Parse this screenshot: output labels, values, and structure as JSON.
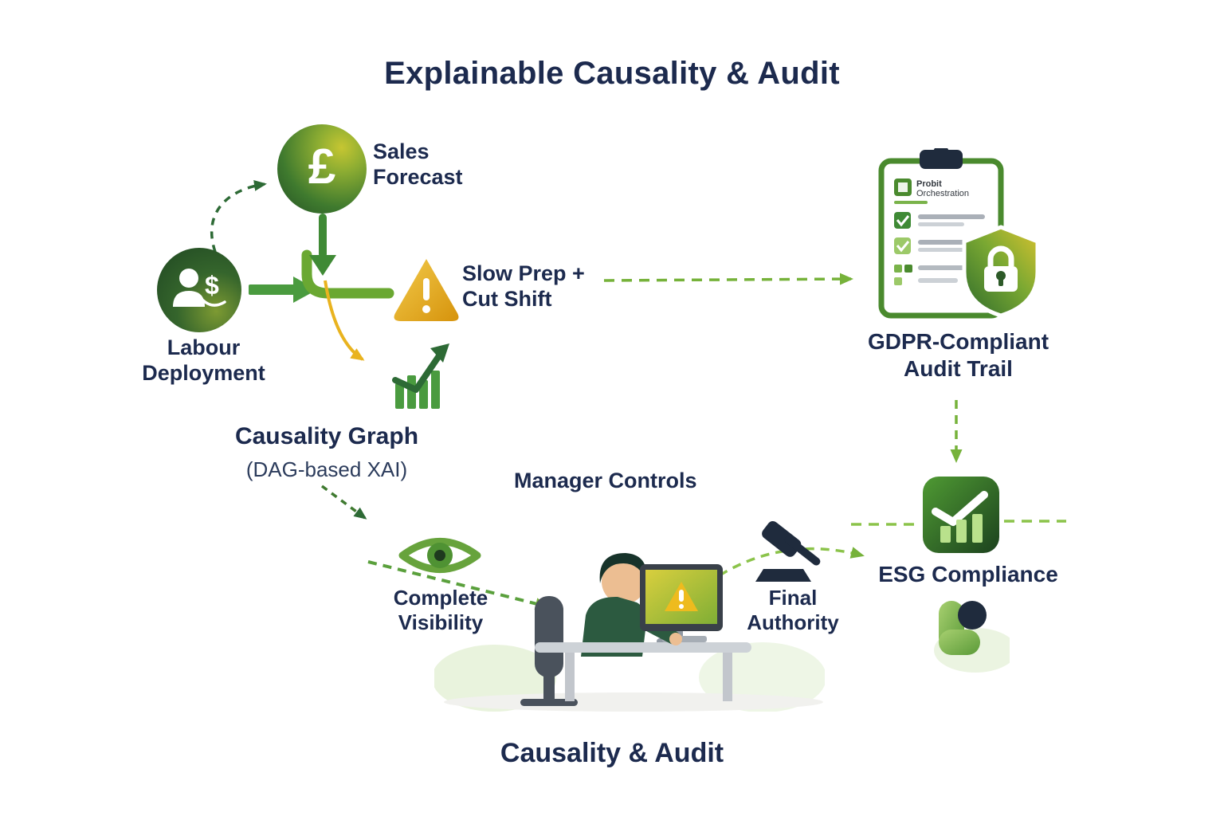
{
  "title": "Explainable Causality & Audit",
  "footer": "Causality & Audit",
  "colors": {
    "dark_navy": "#1c2a4e",
    "green": "#4a9b3f",
    "dark_green": "#2d6a35",
    "light_green": "#8bc34a",
    "warning_gold": "#e9b31f"
  },
  "nodes": {
    "sales_forecast": {
      "label": "Sales\nForecast",
      "symbol": "£"
    },
    "labour_deployment": {
      "label": "Labour\nDeployment",
      "currency_symbol": "$"
    },
    "slow_prep_cut_shift": {
      "label": "Slow Prep +\nCut Shift"
    },
    "causality_graph": {
      "title": "Causality Graph",
      "subtitle": "(DAG-based XAI)"
    },
    "complete_visibility": {
      "label": "Complete\nVisibility"
    },
    "manager_controls": {
      "label": "Manager Controls"
    },
    "final_authority": {
      "label": "Final\nAuthority"
    },
    "gdpr_audit_trail": {
      "label": "GDPR-Compliant\nAudit Trail",
      "clipboard_title": "Probit",
      "clipboard_subtitle": "Orchestration"
    },
    "esg_compliance": {
      "label": "ESG Compliance"
    }
  }
}
